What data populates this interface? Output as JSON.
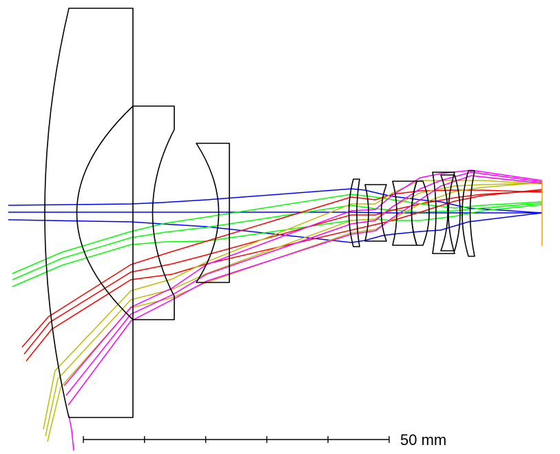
{
  "diagram": {
    "type": "optical-lens-layout",
    "lens_element_count": 11,
    "ray_colors": [
      {
        "name": "blue",
        "value": "#0000ff"
      },
      {
        "name": "green",
        "value": "#00ff00"
      },
      {
        "name": "red",
        "value": "#ff0000"
      },
      {
        "name": "olive",
        "value": "#bdbd00"
      },
      {
        "name": "magenta",
        "value": "#ff00ff"
      },
      {
        "name": "image-plane",
        "value": "#ff9900"
      }
    ],
    "lens_color": "#000000"
  },
  "scale_bar": {
    "label": "50 mm",
    "tick_count": 6
  }
}
